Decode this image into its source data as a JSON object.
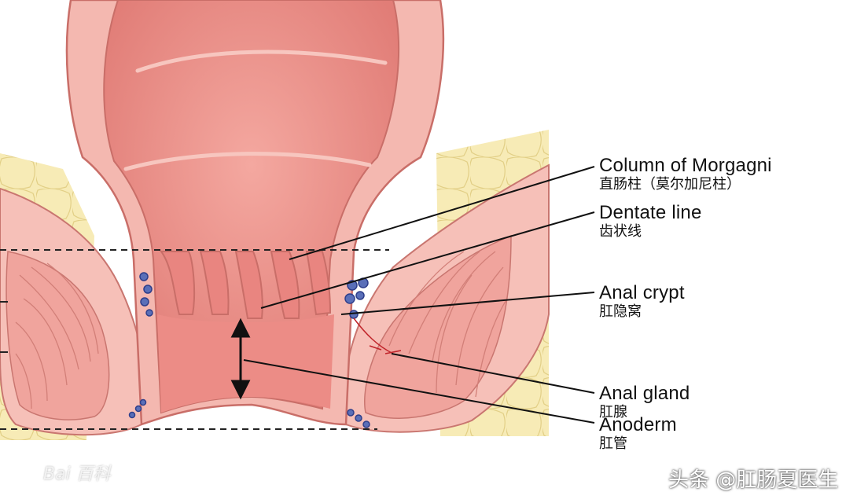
{
  "labels": [
    {
      "id": "column-of-morgagni",
      "en": "Column of Morgagni",
      "zh": "直肠柱（莫尔加尼柱）"
    },
    {
      "id": "dentate-line",
      "en": "Dentate line",
      "zh": "齿状线"
    },
    {
      "id": "anal-crypt",
      "en": "Anal crypt",
      "zh": "肛隐窝"
    },
    {
      "id": "anal-gland",
      "en": "Anal gland",
      "zh": "肛腺"
    },
    {
      "id": "anoderm",
      "en": "Anoderm",
      "zh": "肛管"
    }
  ],
  "watermark": "Bai 百科",
  "credit": "头条 @肛肠夏医生",
  "colors": {
    "mucosa": "#e98580",
    "mucosa_dark": "#d96a66",
    "fat": "#f7eab0",
    "muscle": "#f2a9a3",
    "wall": "#f6c2bb"
  }
}
